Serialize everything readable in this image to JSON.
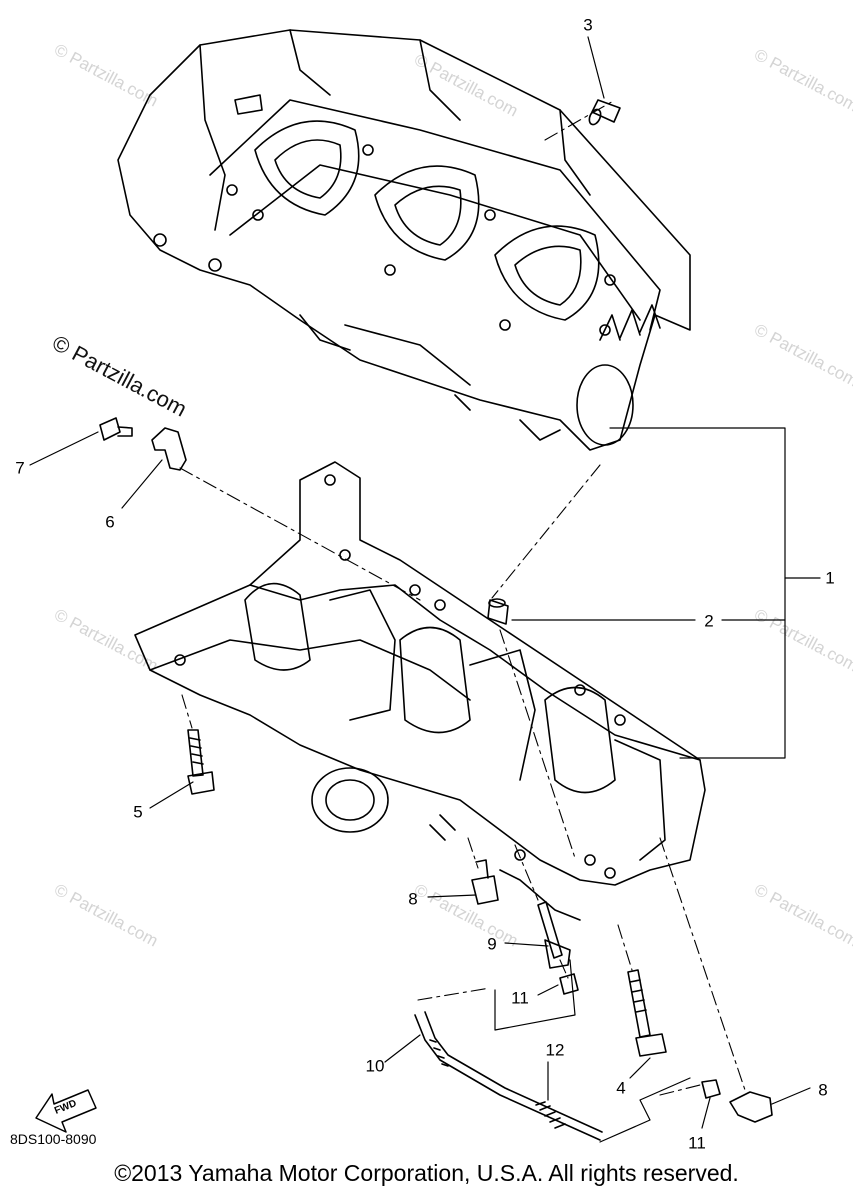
{
  "watermarks": {
    "primary": "© Partzilla.com",
    "faint": "© Partzilla.com"
  },
  "callouts": [
    "1",
    "2",
    "3",
    "4",
    "5",
    "6",
    "7",
    "8",
    "8",
    "9",
    "10",
    "11",
    "11",
    "12"
  ],
  "diagram_code": "8DS100-8090",
  "fwd_label": "FWD",
  "copyright": "©2013 Yamaha Motor Corporation, U.S.A. All rights reserved.",
  "colors": {
    "ink": "#000000",
    "watermark": "#d4d4d4",
    "background": "#ffffff"
  }
}
